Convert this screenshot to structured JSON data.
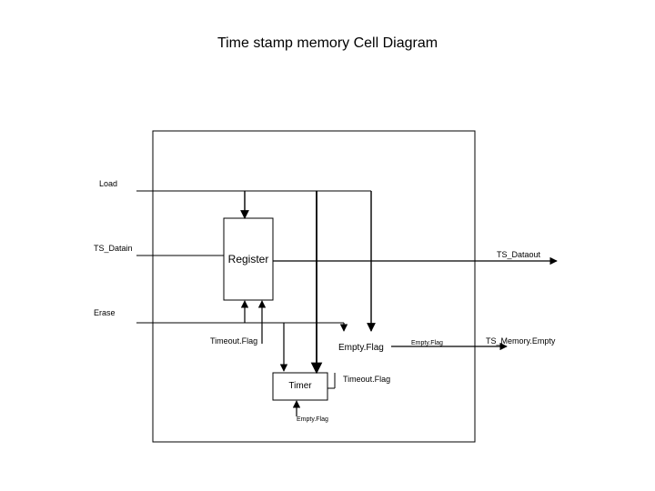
{
  "title": "Time stamp memory Cell Diagram",
  "signals": {
    "load": "Load",
    "ts_datain": "TS_Datain",
    "ts_dataout": "TS_Dataout",
    "erase": "Erase",
    "ts_memory_empty": "TS_Memory.Empty"
  },
  "blocks": {
    "register": "Register",
    "timer": "Timer",
    "empty_flag": "Empty.Flag"
  },
  "labels": {
    "timeout_flag_left": "Timeout.Flag",
    "timeout_flag_right": "Timeout.Flag",
    "empty_flag_small": "Empty.Flag",
    "empty_flag_bottom": "Empty.Flag"
  }
}
